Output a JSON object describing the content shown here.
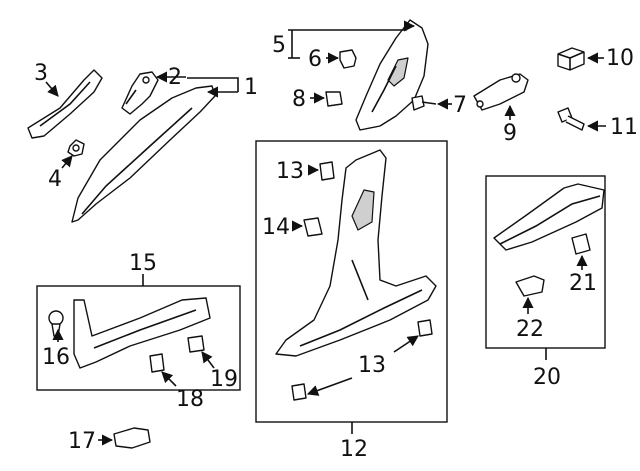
{
  "diagram": {
    "callouts": {
      "c1": "1",
      "c2": "2",
      "c3": "3",
      "c4": "4",
      "c5": "5",
      "c6": "6",
      "c7": "7",
      "c8": "8",
      "c9": "9",
      "c10": "10",
      "c11": "11",
      "c12": "12",
      "c13a": "13",
      "c13b": "13",
      "c14": "14",
      "c15": "15",
      "c16": "16",
      "c17": "17",
      "c18": "18",
      "c19": "19",
      "c20": "20",
      "c21": "21",
      "c22": "22"
    },
    "colors": {
      "line": "#111111",
      "fill": "#ffffff",
      "shade": "#cfcfcf"
    }
  }
}
